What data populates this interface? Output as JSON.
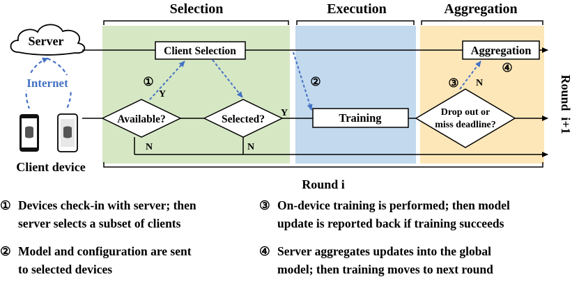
{
  "sections": {
    "selection": "Selection",
    "execution": "Execution",
    "aggregation": "Aggregation"
  },
  "nodes": {
    "server": "Server",
    "internet": "Internet",
    "client_device": "Client device",
    "client_selection": "Client Selection",
    "aggregation_box": "Aggregation",
    "training": "Training",
    "available": "Available?",
    "selected": "Selected?",
    "dropout_line1": "Drop out or",
    "dropout_line2": "miss deadline?"
  },
  "branch_labels": {
    "yes": "Y",
    "no": "N"
  },
  "step_markers": [
    "①",
    "②",
    "③",
    "④"
  ],
  "round_i": "Round i",
  "round_next": "Round  i+1",
  "legend": [
    {
      "num": "①",
      "line1": "Devices check-in with server; then",
      "line2": "server selects a subset of clients"
    },
    {
      "num": "③",
      "line1": "On-device training is performed; then model",
      "line2": "update is reported back if training succeeds"
    },
    {
      "num": "②",
      "line1": "Model and configuration are sent",
      "line2": "to selected devices"
    },
    {
      "num": "④",
      "line1": "Server aggregates updates into the global",
      "line2": "model; then training moves to next round"
    }
  ],
  "colors": {
    "selection_bg": "#d6e7c4",
    "execution_bg": "#c2d9ee",
    "aggregation_bg": "#fde7b8",
    "accent_blue": "#4472c4"
  }
}
